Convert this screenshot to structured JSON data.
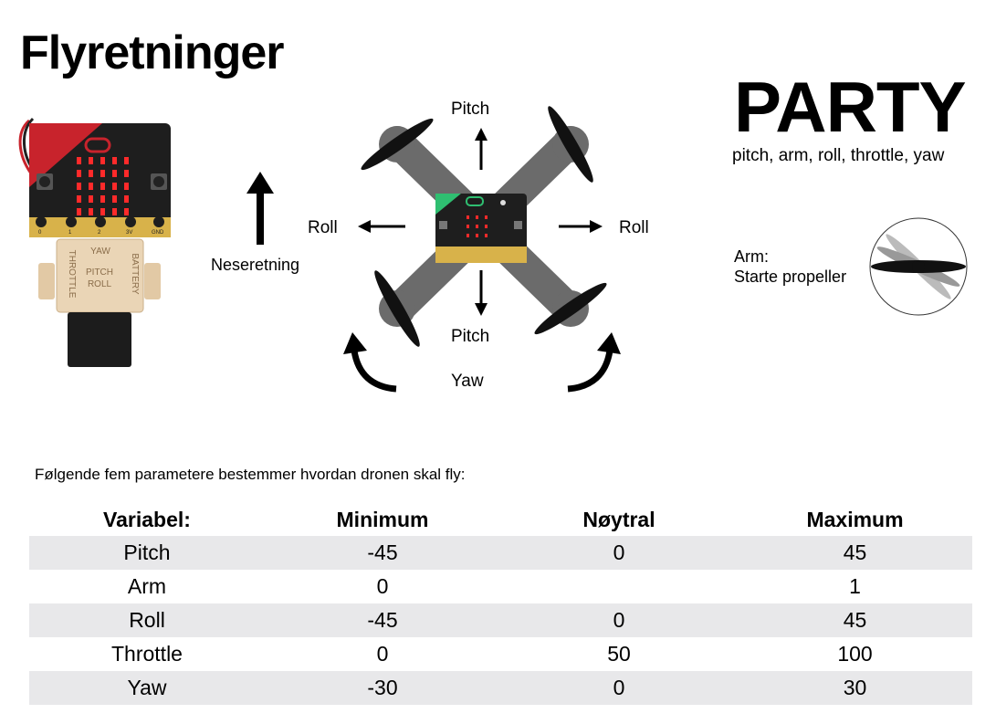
{
  "page": {
    "title": "Flyretninger"
  },
  "diagram": {
    "labels": {
      "pitch_top": "Pitch",
      "pitch_bottom": "Pitch",
      "roll_left": "Roll",
      "roll_right": "Roll",
      "yaw": "Yaw",
      "nose_direction": "Neseretning"
    },
    "controller_labels": {
      "yaw": "YAW",
      "throttle": "THROTTLE",
      "pitch": "PITCH",
      "roll": "ROLL",
      "battery": "BATTERY"
    },
    "pins": [
      "0",
      "1",
      "2",
      "3V",
      "GND"
    ],
    "colors": {
      "drone_frame": "#6b6b6b",
      "board_black": "#1e1e1e",
      "board_red": "#c8232c",
      "led_red": "#ff2a2a",
      "gold": "#d8b24a",
      "accent_green": "#2fbf71",
      "wood": "#e8d2b2"
    }
  },
  "party": {
    "title": "PARTY",
    "subtitle": "pitch, arm, roll, throttle, yaw",
    "arm_label": "Arm:",
    "arm_desc": "Starte propeller"
  },
  "table": {
    "intro": "Følgende fem parametere bestemmer hvordan dronen skal fly:",
    "headers": [
      "Variabel:",
      "Minimum",
      "Nøytral",
      "Maximum"
    ],
    "rows": [
      [
        "Pitch",
        "-45",
        "0",
        "45"
      ],
      [
        "Arm",
        "0",
        "",
        "1"
      ],
      [
        "Roll",
        "-45",
        "0",
        "45"
      ],
      [
        "Throttle",
        "0",
        "50",
        "100"
      ],
      [
        "Yaw",
        "-30",
        "0",
        "30"
      ]
    ]
  }
}
